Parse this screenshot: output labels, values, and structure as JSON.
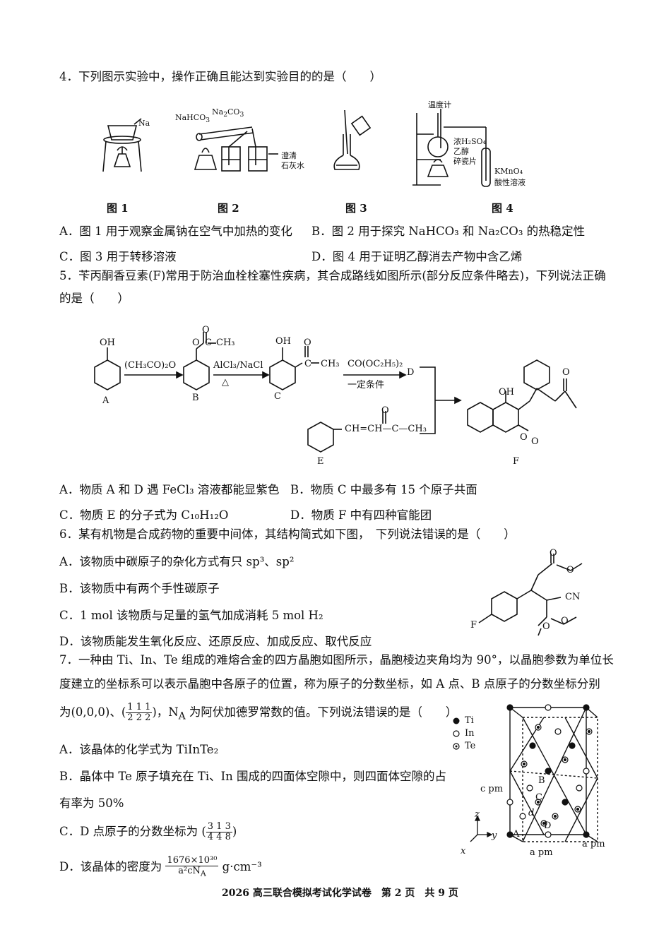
{
  "q4": {
    "stem": "4．下列图示实验中，操作正确且能达到实验目的的是（　　）",
    "fig_labels": {
      "fig1_na": "Na",
      "fig2_nahco3": "NaHCO",
      "fig2_nahco3_sub": "3",
      "fig2_na2co3": "Na",
      "fig2_na2co3_sub": "2",
      "fig2_na2co3_tail": "CO",
      "fig2_na2co3_sub2": "3",
      "fig2_lime1": "澄清",
      "fig2_lime2": "石灰水",
      "fig4_thermo": "温度计",
      "fig4_acid": "浓H₂SO₄",
      "fig4_ethanol": "乙醇",
      "fig4_chips": "碎瓷片",
      "fig4_kmno4": "KMnO₄",
      "fig4_kmno4_2": "酸性溶液"
    },
    "captions": [
      "图 1",
      "图 2",
      "图 3",
      "图 4"
    ],
    "options": {
      "A": "A．图 1 用于观察金属钠在空气中加热的变化",
      "B": "B．图 2 用于探究 NaHCO₃ 和 Na₂CO₃ 的热稳定性",
      "C": "C．图 3 用于转移溶液",
      "D": "D．图 4 用于证明乙醇消去产物中含乙烯"
    }
  },
  "q5": {
    "stem1": "5．苄丙酮香豆素(F)常用于防治血栓栓塞性疾病，其合成路线如图所示(部分反应条件略去)，下列说法正确",
    "stem2": "的是（　　）",
    "scheme": {
      "A": "A",
      "B": "B",
      "C": "C",
      "D": "D",
      "E": "E",
      "F": "F",
      "oh": "OH",
      "o": "O",
      "ch3": "CH₃",
      "c": "C",
      "reagent1": "(CH₃CO)₂O",
      "reagent2": "AlCl₃/NaCl",
      "heat": "△",
      "reagent3": "CO(OC₂H₅)₂",
      "cond3": "一定条件",
      "e_chain": "CH=CH—C—CH₃",
      "f_o": "O"
    },
    "options": {
      "A": "A．物质 A 和 D 遇 FeCl₃ 溶液都能显紫色",
      "B": "B．物质 C 中最多有 15 个原子共面",
      "C": "C．物质 E 的分子式为 C₁₀H₁₂O",
      "D": "D．物质 F 中有四种官能团"
    }
  },
  "q6": {
    "stem": "6．某有机物是合成药物的重要中间体，其结构简式如下图，　下列说法错误的是（　　）",
    "mol": {
      "cn": "CN",
      "f": "F",
      "o": "O"
    },
    "options": {
      "A": "A．该物质中碳原子的杂化方式有只 sp³、sp²",
      "B": "B．该物质中有两个手性碳原子",
      "C": "C．1 mol 该物质与足量的氢气加成消耗 5 mol H₂",
      "D": "D．该物质能发生氧化反应、还原反应、加成反应、取代反应"
    }
  },
  "q7": {
    "stem1": "7．一种由 Ti、In、Te 组成的难熔合金的四方晶胞如图所示，晶胞棱边夹角均为 90°，以晶胞参数为单位长",
    "stem2": "度建立的坐标系可以表示晶胞中各原子的位置，称为原子的分数坐标，如 A 点、B 点原子的分数坐标分别",
    "stem3_pre": "为(0,0,0)、(",
    "stem3_frac_num": "1 1 1",
    "stem3_frac_den": "2 2 2",
    "stem3_post": ")，N",
    "stem3_sub": "A",
    "stem3_tail": " 为阿伏加德罗常数的值。下列说法错误的是（　　）",
    "legend": {
      "ti": "Ti",
      "in": "In",
      "te": "Te"
    },
    "cell": {
      "c": "c pm",
      "a1": "a pm",
      "a2": "a pm",
      "A": "A",
      "B": "B",
      "C": "C",
      "D": "D",
      "d": "d",
      "x": "x",
      "y": "y",
      "z": "z"
    },
    "options": {
      "A": "A．该晶体的化学式为 TiInTe₂",
      "B1": "B．晶体中 Te 原子填充在 Ti、In 围成的四面体空隙中，则四面体空隙的占",
      "B2": "有率为 50%",
      "C_pre": "C．D 点原子的分数坐标为 (",
      "C_num": "3 1 3",
      "C_den": "4 4 8",
      "C_post": ")",
      "D_pre": "D．该晶体的密度为 ",
      "D_num": "1676×10³⁰",
      "D_den": "a²cN",
      "D_den_sub": "A",
      "D_post": " g·cm⁻³"
    }
  },
  "footer": "2026 高三联合模拟考试化学试卷　第 2 页　共 9 页"
}
